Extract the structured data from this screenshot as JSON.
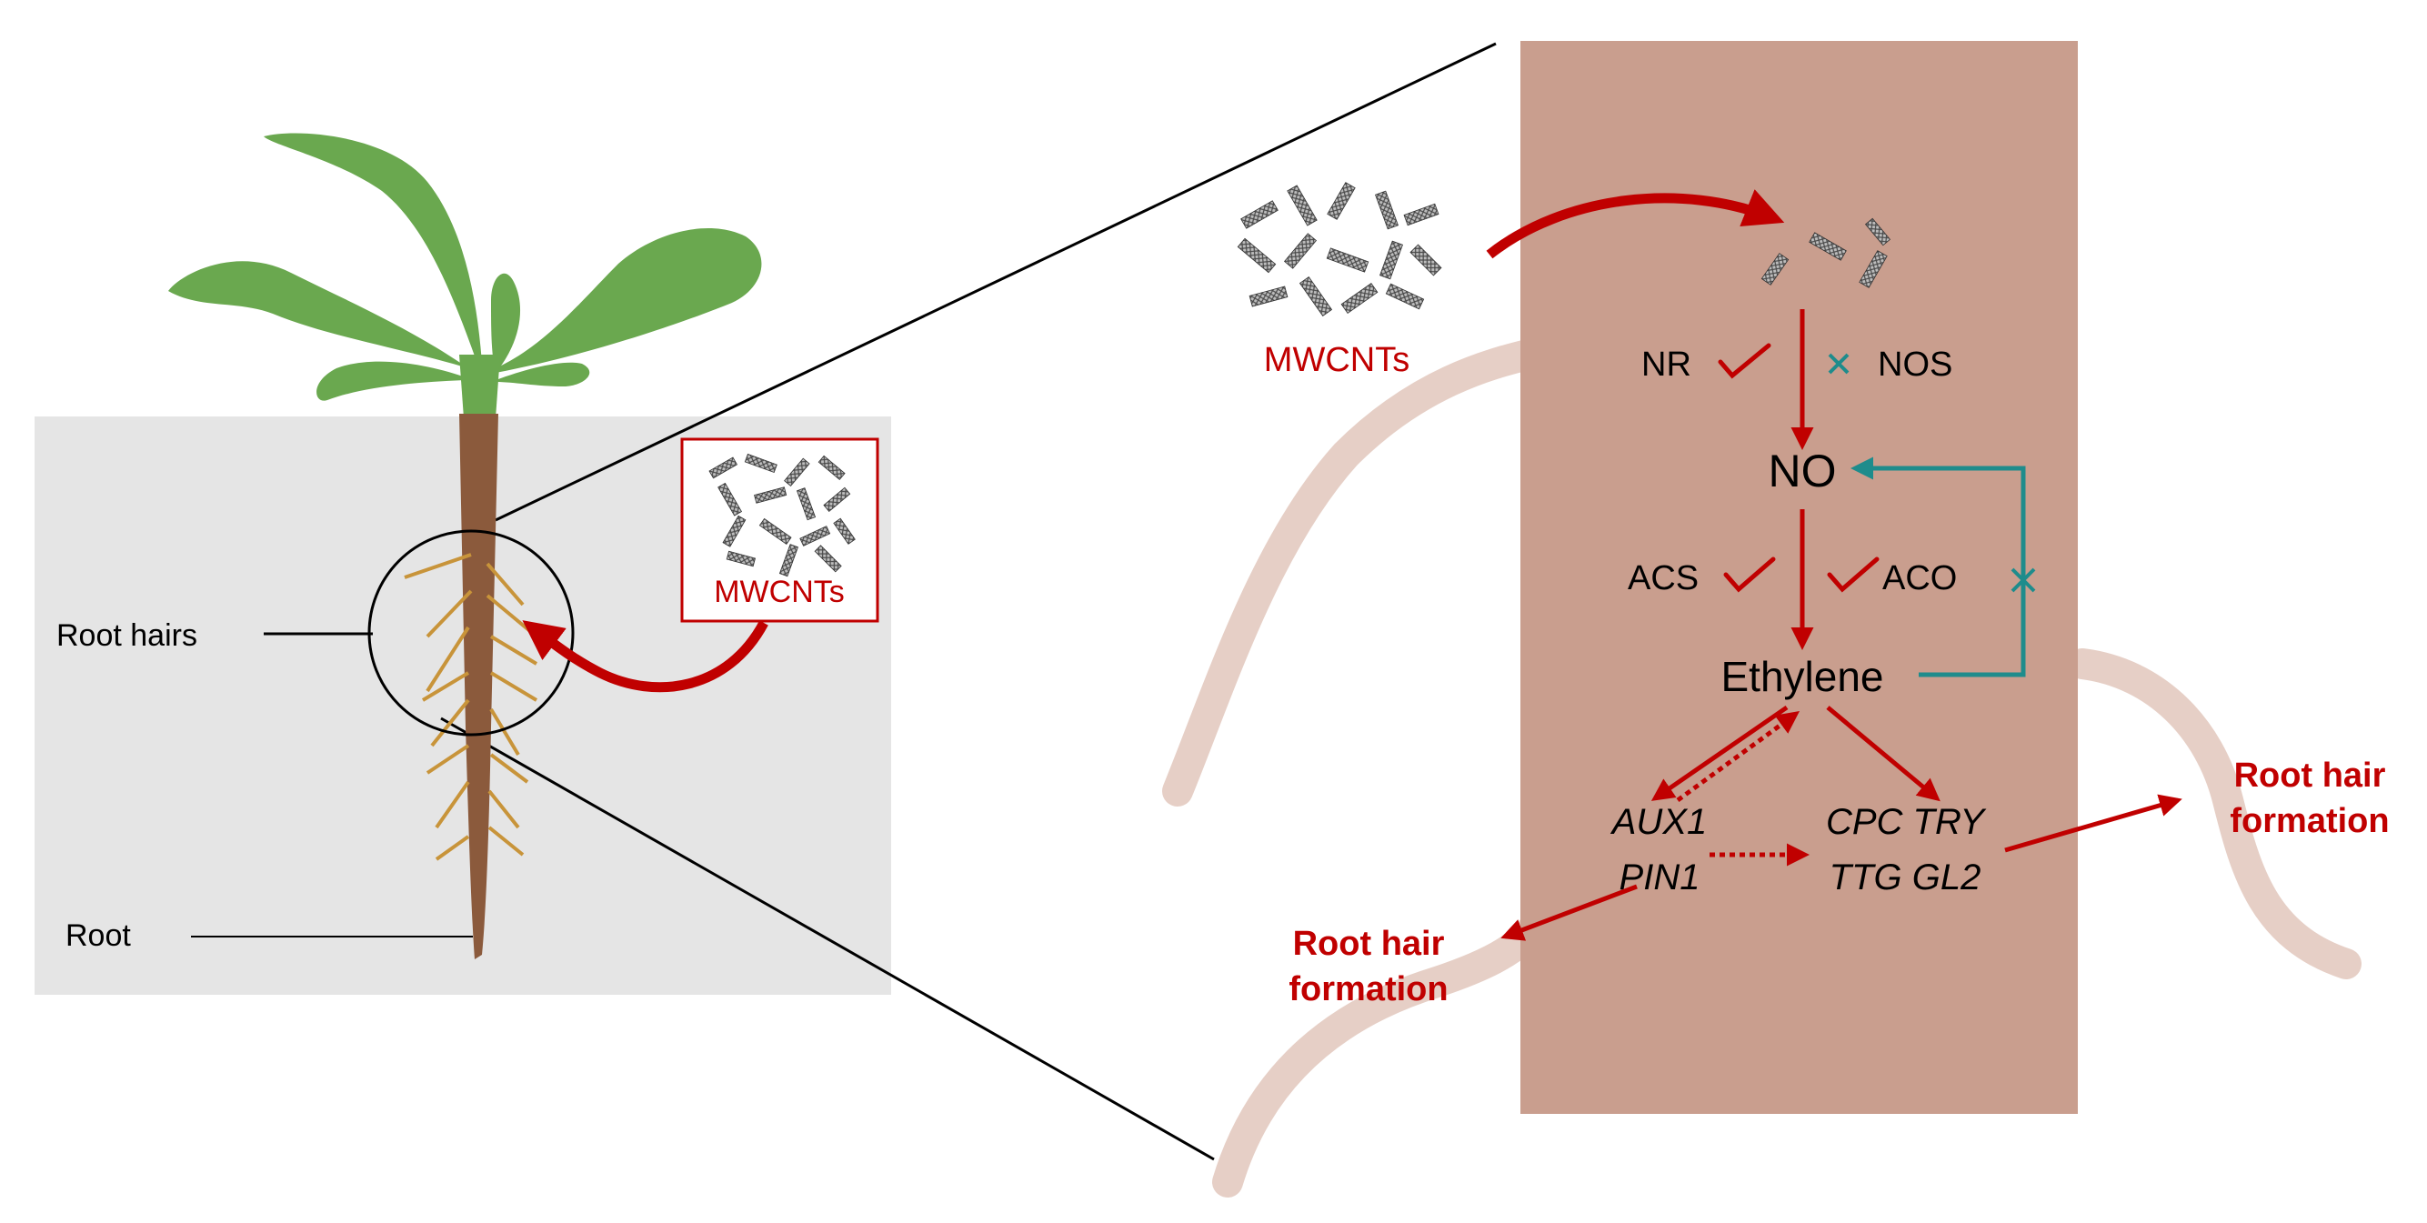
{
  "left_panel": {
    "root_hairs_label": "Root hairs",
    "root_label": "Root",
    "mwcnts_box_label": "MWCNTs"
  },
  "right_panel": {
    "mwcnts_label": "MWCNTs",
    "nr_label": "NR",
    "nos_label": "NOS",
    "no_label": "NO",
    "acs_label": "ACS",
    "aco_label": "ACO",
    "ethylene_label": "Ethylene",
    "aux1_label": "AUX1",
    "pin1_label": "PIN1",
    "cpc_try_label": "CPC TRY",
    "ttg_gl2_label": "TTG GL2",
    "outcome_left_line1": "Root hair",
    "outcome_left_line2": "formation",
    "outcome_right_line1": "Root hair",
    "outcome_right_line2": "formation"
  },
  "colors": {
    "activation_red": "#c00000",
    "inhibition_teal": "#1e8c8c",
    "cell_fill": "#c99e8e",
    "soil_fill": "#e5e5e5",
    "leaf_green": "#6aa84f",
    "root_brown": "#8b5a3c",
    "root_hair": "#c8943a"
  }
}
